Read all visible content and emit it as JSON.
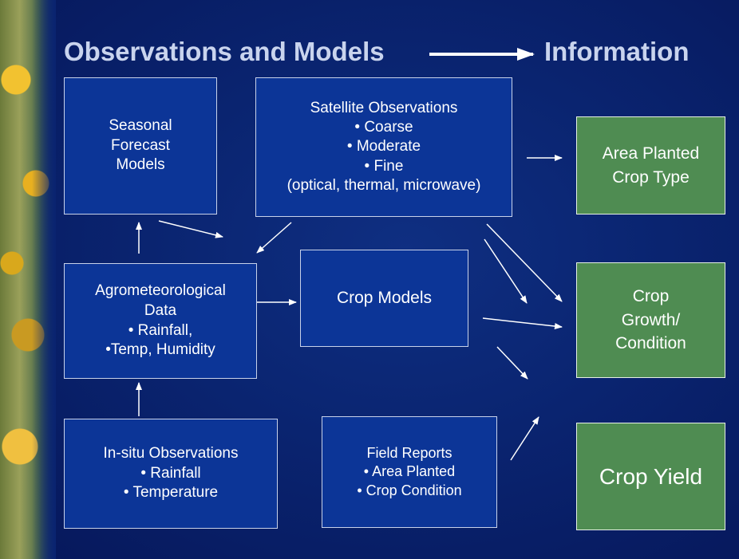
{
  "title": {
    "left": "Observations and Models",
    "right": "Information"
  },
  "boxes": {
    "seasonal": [
      "Seasonal",
      "Forecast",
      "Models"
    ],
    "satellite": [
      "Satellite Observations",
      "• Coarse",
      "• Moderate",
      "• Fine",
      "(optical, thermal, microwave)"
    ],
    "agromet": [
      "Agrometeorological",
      "Data",
      "• Rainfall,",
      "•Temp, Humidity"
    ],
    "crop_models": [
      "Crop Models"
    ],
    "insitu": [
      "In-situ Observations",
      "• Rainfall",
      "• Temperature"
    ],
    "field": [
      "Field Reports",
      "• Area Planted",
      "• Crop Condition"
    ]
  },
  "outputs": {
    "area": [
      "Area Planted",
      "Crop Type"
    ],
    "growth": [
      "Crop",
      "Growth/",
      "Condition"
    ],
    "yield": [
      "Crop Yield"
    ]
  },
  "colors": {
    "background": "#0a2470",
    "box_fill": "#0c3597",
    "output_fill": "#4f8c52",
    "title": "#c9d4ee",
    "arrow": "#ffffff"
  }
}
